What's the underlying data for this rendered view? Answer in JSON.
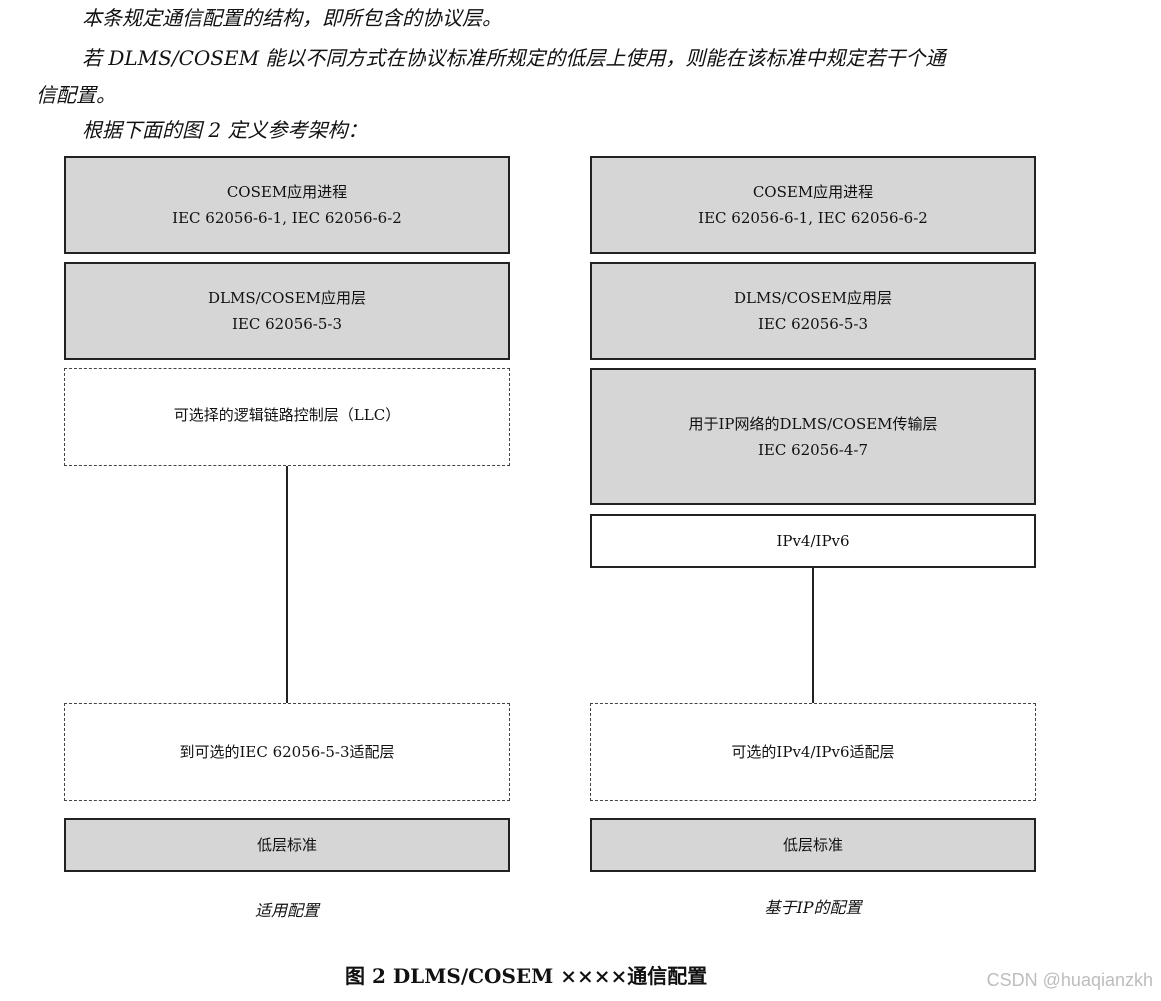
{
  "paragraphs": [
    "本条规定通信配置的结构，即所包含的协议层。",
    "若 DLMS/COSEM 能以不同方式在协议标准所规定的低层上使用，则能在该标准中规定若干个通",
    "信配置。",
    "根据下面的图 2 定义参考架构："
  ],
  "left_stack": {
    "app_process": {
      "title": "COSEM应用进程",
      "standard": "IEC  62056-6-1, IEC  62056-6-2"
    },
    "app_layer": {
      "title": "DLMS/COSEM应用层",
      "standard": "IEC  62056-5-3"
    },
    "llc": {
      "title": "可选择的逻辑链路控制层（LLC）"
    },
    "adaptation": {
      "title": "到可选的IEC  62056-5-3适配层"
    },
    "lower": {
      "title": "低层标准"
    },
    "caption": "适用配置"
  },
  "right_stack": {
    "app_process": {
      "title": "COSEM应用进程",
      "standard": "IEC  62056-6-1, IEC  62056-6-2"
    },
    "app_layer": {
      "title": "DLMS/COSEM应用层",
      "standard": "IEC  62056-5-3"
    },
    "transport": {
      "title": "用于IP网络的DLMS/COSEM传输层",
      "standard": "IEC  62056-4-7"
    },
    "ip": {
      "title": "IPv4/IPv6"
    },
    "adaptation": {
      "title": "可选的IPv4/IPv6适配层"
    },
    "lower": {
      "title": "低层标准"
    },
    "caption": "基于IP的配置"
  },
  "figure_title": "图 2    DLMS/COSEM ××××通信配置",
  "watermark": "CSDN @huaqianzkh"
}
